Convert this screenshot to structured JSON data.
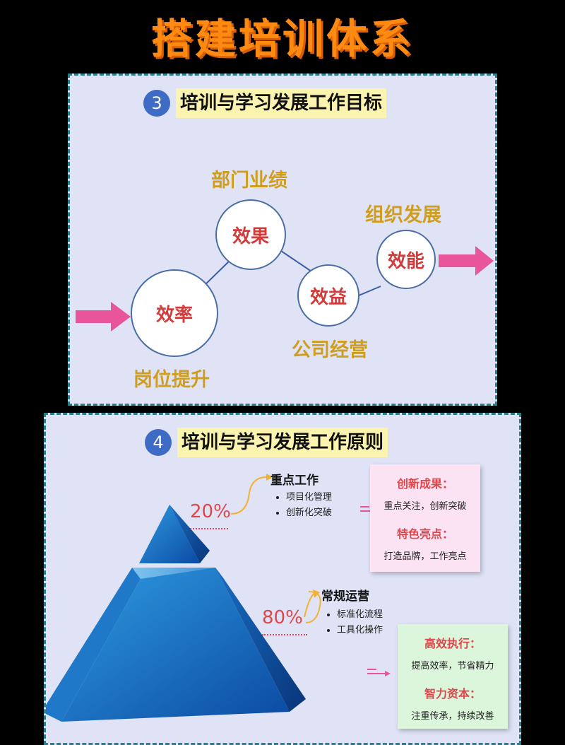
{
  "header": {
    "title": "搭建培训体系"
  },
  "section3": {
    "number": "3",
    "title": "培训与学习发展工作目标",
    "circles": [
      "效率",
      "效果",
      "效益",
      "效能"
    ],
    "labels": [
      "岗位提升",
      "部门业绩",
      "公司经营",
      "组织发展"
    ],
    "colors": {
      "circle_text": "#d33a3a",
      "label": "#cf9e1e",
      "arrow": "#e9559b"
    }
  },
  "section4": {
    "number": "4",
    "title": "培训与学习发展工作原则",
    "top": {
      "percent": "20%",
      "heading": "重点工作",
      "bullets": [
        "项目化管理",
        "创新化突破"
      ],
      "card": [
        {
          "title": "创新成果：",
          "text": "重点关注，创新突破"
        },
        {
          "title": "特色亮点：",
          "text": "打造品牌，工作亮点"
        }
      ]
    },
    "bottom": {
      "percent": "80%",
      "heading": "常规运营",
      "bullets": [
        "标准化流程",
        "工具化操作"
      ],
      "card": [
        {
          "title": "高效执行：",
          "text": "提高效率，节省精力"
        },
        {
          "title": "智力资本：",
          "text": "注重传承，持续改善"
        }
      ]
    }
  }
}
